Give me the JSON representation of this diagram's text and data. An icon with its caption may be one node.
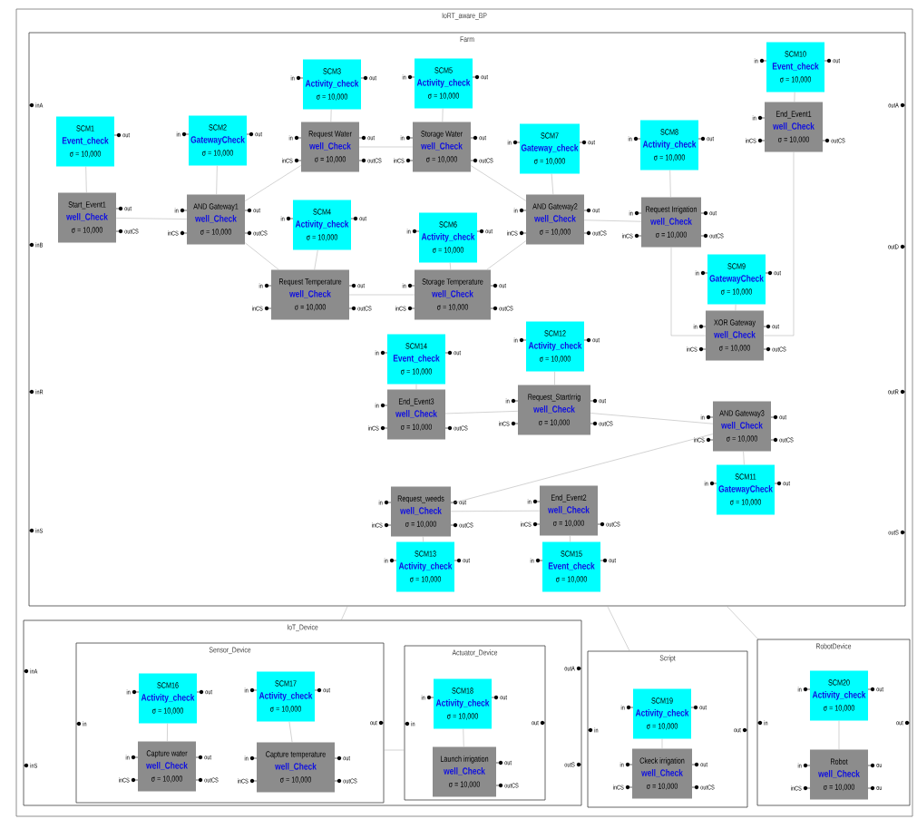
{
  "diagram": {
    "nodes": [
      {
        "text": [
          "IoRT_aware_BP"
        ]
      },
      {
        "text": [
          "Farm"
        ],
        "beside": [
          "inA",
          "inB",
          "inR",
          "inS",
          "outA",
          "outD",
          "outR",
          "outS"
        ],
        "in": 0
      },
      {
        "text": [
          "SCM3",
          "Activity_check",
          "σ = 10,000"
        ],
        "beside": [
          "in",
          "out"
        ],
        "in": 1
      },
      {
        "text": [
          "SCM5",
          "Activity_check",
          "σ = 10,000"
        ],
        "beside": [
          "in",
          "out"
        ],
        "in": 1
      },
      {
        "text": [
          "SCM10",
          "Event_check",
          "σ = 10,000"
        ],
        "beside": [
          "in",
          "out"
        ],
        "in": 1
      },
      {
        "text": [
          "SCM1",
          "Event_check",
          "σ = 10,000"
        ],
        "beside": [
          "out"
        ],
        "in": 1
      },
      {
        "text": [
          "SCM2",
          "GatewayCheck",
          "σ = 10,000"
        ],
        "beside": [
          "in",
          "out"
        ],
        "in": 1
      },
      {
        "text": [
          "Request Water",
          "well_Check",
          "σ = 10,000"
        ],
        "beside": [
          "in",
          "inCS",
          "out",
          "outCS"
        ],
        "in": 1
      },
      {
        "text": [
          "Storage Water",
          "well_Check",
          "σ = 10,000"
        ],
        "beside": [
          "in",
          "inCS",
          "out",
          "outCS"
        ],
        "in": 1
      },
      {
        "text": [
          "End_Event1",
          "well_Check",
          "σ = 10,000"
        ],
        "beside": [
          "in",
          "inCS",
          "outCS"
        ],
        "in": 1
      },
      {
        "text": [
          "SCM7",
          "Gateway_check",
          "σ = 10,000"
        ],
        "beside": [
          "in",
          "out"
        ],
        "in": 1
      },
      {
        "text": [
          "SCM8",
          "Activity_check",
          "σ = 10,000"
        ],
        "beside": [
          "in",
          "out"
        ],
        "in": 1
      },
      {
        "text": [
          "Start_Event1",
          "well_Check",
          "σ = 10,000"
        ],
        "beside": [
          "out",
          "outCS"
        ],
        "in": 1
      },
      {
        "text": [
          "AND Gateway1",
          "well_Check",
          "σ = 10,000"
        ],
        "beside": [
          "in",
          "inCS",
          "out",
          "outCS"
        ],
        "in": 1
      },
      {
        "text": [
          "AND Gateway2",
          "well_Check",
          "σ = 10,000"
        ],
        "beside": [
          "in",
          "inCS",
          "out",
          "outCS"
        ],
        "in": 1
      },
      {
        "text": [
          "Request Irrigation",
          "well_Check",
          "σ = 10,000"
        ],
        "beside": [
          "in",
          "inCS",
          "out",
          "outCS"
        ],
        "in": 1
      },
      {
        "text": [
          "SCM4",
          "Activity_check",
          "σ = 10,000"
        ],
        "beside": [
          "in",
          "out"
        ],
        "in": 1
      },
      {
        "text": [
          "SCM6",
          "Activity_check",
          "σ = 10,000"
        ],
        "beside": [
          "in",
          "out"
        ],
        "in": 1
      },
      {
        "text": [
          "SCM9",
          "GatewayCheck",
          "σ = 10,000"
        ],
        "beside": [
          "in",
          "out"
        ],
        "in": 1
      },
      {
        "text": [
          "Request Temperature",
          "well_Check",
          "σ = 10,000"
        ],
        "beside": [
          "in",
          "inCS",
          "out",
          "outCS"
        ],
        "in": 1
      },
      {
        "text": [
          "Storage Temperature",
          "well_Check",
          "σ = 10,000"
        ],
        "beside": [
          "in",
          "inCS",
          "out",
          "outCS"
        ],
        "in": 1
      },
      {
        "text": [
          "XOR Gateway",
          "well_Check",
          "σ = 10,000"
        ],
        "beside": [
          "in",
          "inCS",
          "out",
          "outCS"
        ],
        "in": 1
      },
      {
        "text": [
          "SCM12",
          "Activity_check",
          "σ = 10,000"
        ],
        "beside": [
          "in",
          "out"
        ],
        "in": 1
      },
      {
        "text": [
          "SCM14",
          "Event_check",
          "σ = 10,000"
        ],
        "beside": [
          "in",
          "out"
        ],
        "in": 1
      },
      {
        "text": [
          "Request_StartIrrig",
          "well_Check",
          "σ = 10,000"
        ],
        "beside": [
          "in",
          "inCS",
          "out",
          "outCS"
        ],
        "in": 1
      },
      {
        "text": [
          "End_Event3",
          "well_Check",
          "σ = 10,000"
        ],
        "beside": [
          "in",
          "inCS",
          "outCS"
        ],
        "in": 1
      },
      {
        "text": [
          "AND Gateway3",
          "well_Check",
          "σ = 10,000"
        ],
        "beside": [
          "in",
          "inCS",
          "out",
          "outCS"
        ],
        "in": 1
      },
      {
        "text": [
          "SCM11",
          "GatewayCheck",
          "σ = 10,000"
        ],
        "beside": [
          "in",
          "out"
        ],
        "in": 1
      },
      {
        "text": [
          "Request_weeds",
          "well_Check",
          "σ = 10,000"
        ],
        "beside": [
          "in",
          "inCS",
          "out",
          "outCS"
        ],
        "in": 1
      },
      {
        "text": [
          "End_Event2",
          "well_Check",
          "σ = 10,000"
        ],
        "beside": [
          "in",
          "inCS",
          "outCS"
        ],
        "in": 1
      },
      {
        "text": [
          "SCM13",
          "Activity_check",
          "σ = 10,000"
        ],
        "beside": [
          "in",
          "out"
        ],
        "in": 1
      },
      {
        "text": [
          "SCM15",
          "Event_check",
          "σ = 10,000"
        ],
        "beside": [
          "in",
          "out"
        ],
        "in": 1
      },
      {
        "text": [
          "IoT_Device"
        ],
        "beside": [
          "inA",
          "inS",
          "outA",
          "outS"
        ],
        "in": 0
      },
      {
        "text": [
          "Sensor_Device"
        ],
        "beside": [
          "in",
          "out"
        ],
        "in": 32
      },
      {
        "text": [
          "SCM16",
          "Activity_check",
          "σ = 10,000"
        ],
        "beside": [
          "in",
          "out"
        ],
        "in": 33
      },
      {
        "text": [
          "SCM17",
          "Activity_check",
          "σ = 10,000"
        ],
        "beside": [
          "in",
          "out"
        ],
        "in": 33
      },
      {
        "text": [
          "Capture water",
          "well_Check",
          "σ = 10,000"
        ],
        "beside": [
          "in",
          "inCS",
          "out",
          "outCS"
        ],
        "in": 33
      },
      {
        "text": [
          "Capture temperature",
          "well_Check",
          "σ = 10,000"
        ],
        "beside": [
          "in",
          "inCS",
          "out",
          "outCS"
        ],
        "in": 33
      },
      {
        "text": [
          "Actuator_Device"
        ],
        "beside": [
          "in",
          "out"
        ],
        "in": 32
      },
      {
        "text": [
          "SCM18",
          "Activity_check",
          "σ = 10,000"
        ],
        "beside": [
          "in",
          "out"
        ],
        "in": 38
      },
      {
        "text": [
          "Launch irrigation",
          "well_Check",
          "σ = 10,000"
        ],
        "beside": [
          "out",
          "outCS"
        ],
        "in": 38
      },
      {
        "text": [
          "Script"
        ],
        "beside": [
          "in",
          "out"
        ],
        "in": 0
      },
      {
        "text": [
          "SCM19",
          "Activity_check",
          "σ = 10,000"
        ],
        "beside": [
          "in",
          "out"
        ],
        "in": 41
      },
      {
        "text": [
          "Ckeck irrigation",
          "well_Check",
          "σ = 10,000"
        ],
        "beside": [
          "in",
          "inCS",
          "out",
          "outCS"
        ],
        "in": 41
      },
      {
        "text": [
          "RobotDevice"
        ],
        "beside": [
          "in",
          "out"
        ],
        "in": 0
      },
      {
        "text": [
          "SCM20",
          "Activity_check",
          "σ = 10,000"
        ],
        "beside": [
          "in",
          "out"
        ],
        "in": 44
      },
      {
        "text": [
          "Robot",
          "well_Check",
          "σ = 10,000"
        ],
        "beside": [
          "in",
          "inCS",
          "ou",
          "ou"
        ],
        "in": 44
      }
    ],
    "edges": [
      {
        "from": 2,
        "to": 7,
        "arrow": "none"
      },
      {
        "from": 3,
        "to": 8,
        "arrow": "none"
      },
      {
        "from": 4,
        "to": 9,
        "arrow": "none"
      },
      {
        "from": 5,
        "to": 12,
        "arrow": "none"
      },
      {
        "from": 6,
        "to": 13,
        "arrow": "none"
      },
      {
        "from": 10,
        "to": 14,
        "arrow": "none"
      },
      {
        "from": 11,
        "to": 15,
        "arrow": "none"
      },
      {
        "from": 16,
        "to": 19,
        "arrow": "none"
      },
      {
        "from": 17,
        "to": 20,
        "arrow": "none"
      },
      {
        "from": 18,
        "to": 21,
        "arrow": "none"
      },
      {
        "from": 22,
        "to": 24,
        "arrow": "none"
      },
      {
        "from": 23,
        "to": 25,
        "arrow": "none"
      },
      {
        "from": 27,
        "to": 26,
        "arrow": "none"
      },
      {
        "from": 30,
        "to": 28,
        "arrow": "none"
      },
      {
        "from": 31,
        "to": 29,
        "arrow": "none"
      },
      {
        "from": 34,
        "to": 36,
        "arrow": "none"
      },
      {
        "from": 35,
        "to": 37,
        "arrow": "none"
      },
      {
        "from": 39,
        "to": 40,
        "arrow": "none"
      },
      {
        "from": 42,
        "to": 43,
        "arrow": "none"
      },
      {
        "from": 45,
        "to": 46,
        "arrow": "none"
      },
      {
        "from": 12,
        "to": 13,
        "arrow": "none"
      },
      {
        "from": 13,
        "to": 7,
        "arrow": "none"
      },
      {
        "from": 13,
        "to": 19,
        "arrow": "none"
      },
      {
        "from": 7,
        "to": 8,
        "arrow": "none"
      },
      {
        "from": 19,
        "to": 20,
        "arrow": "none"
      },
      {
        "from": 8,
        "to": 14,
        "arrow": "none"
      },
      {
        "from": 20,
        "to": 14,
        "arrow": "none"
      },
      {
        "from": 14,
        "to": 15,
        "arrow": "none"
      },
      {
        "from": 15,
        "to": 21,
        "arrow": "none"
      },
      {
        "from": 21,
        "to": 9,
        "arrow": "none"
      },
      {
        "from": 25,
        "to": 24,
        "arrow": "none"
      },
      {
        "from": 24,
        "to": 26,
        "arrow": "none"
      },
      {
        "from": 26,
        "to": 28,
        "arrow": "none"
      },
      {
        "from": 28,
        "to": 29,
        "arrow": "none"
      },
      {
        "from": 33,
        "to": 38,
        "arrow": "none"
      },
      {
        "from": 1,
        "to": 32,
        "arrow": "none"
      },
      {
        "from": 1,
        "to": 41,
        "arrow": "none"
      },
      {
        "from": 1,
        "to": 44,
        "arrow": "none"
      }
    ]
  }
}
